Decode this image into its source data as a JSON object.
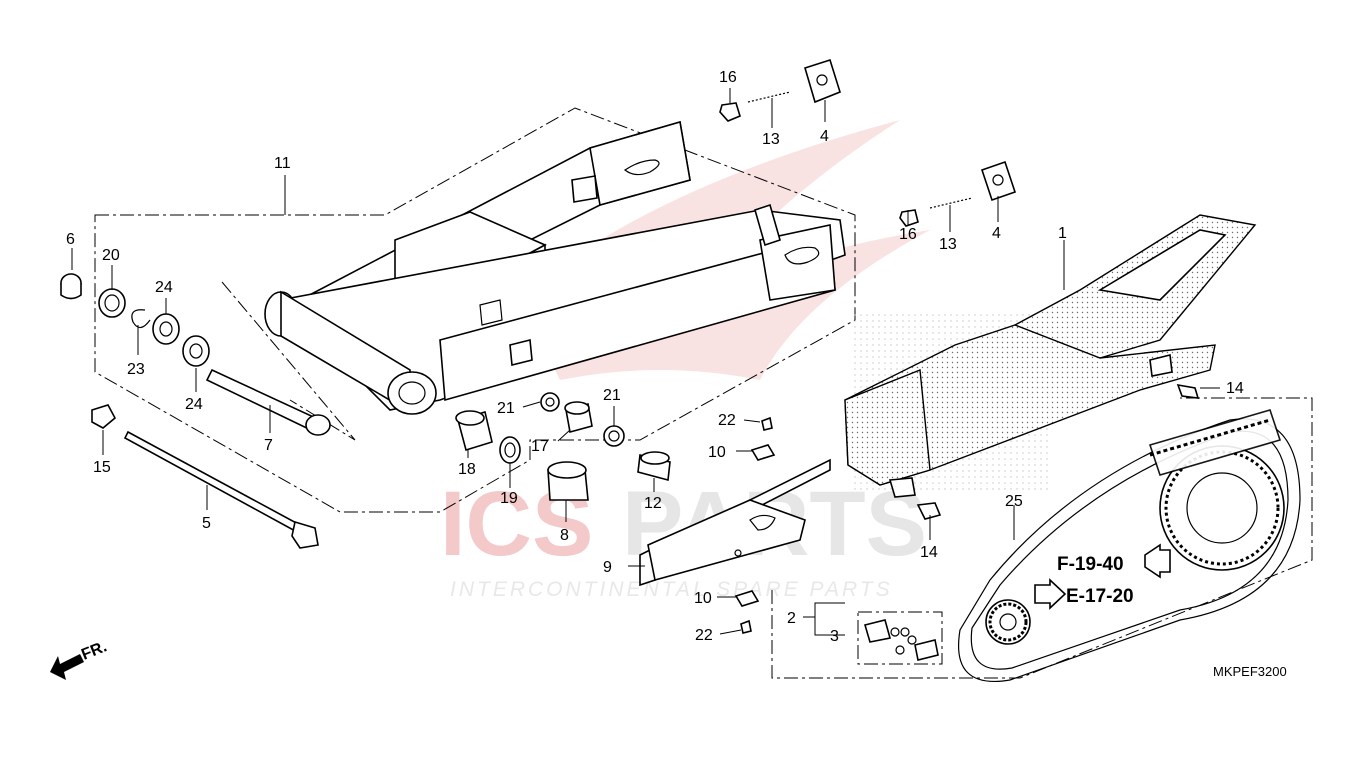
{
  "diagram": {
    "catalog_code": "MKPEF3200",
    "direction_label": "FR.",
    "watermark": {
      "brand_left": "ICS",
      "brand_right": "PARTS",
      "tagline": "INTERCONTINENTAL SPARE PARTS"
    },
    "references": {
      "f": "F-19-40",
      "e": "E-17-20"
    },
    "callouts": {
      "c1": "1",
      "c2": "2",
      "c3": "3",
      "c4a": "4",
      "c4b": "4",
      "c5": "5",
      "c6": "6",
      "c7": "7",
      "c8": "8",
      "c9": "9",
      "c10a": "10",
      "c10b": "10",
      "c11": "11",
      "c12": "12",
      "c13a": "13",
      "c13b": "13",
      "c14a": "14",
      "c14b": "14",
      "c15": "15",
      "c16a": "16",
      "c16b": "16",
      "c17": "17",
      "c18": "18",
      "c19": "19",
      "c20": "20",
      "c21a": "21",
      "c21b": "21",
      "c22a": "22",
      "c22b": "22",
      "c23": "23",
      "c24a": "24",
      "c24b": "24",
      "c25": "25"
    },
    "colors": {
      "watermark_red": "#f3c9c9",
      "watermark_gray": "#e6e6e6",
      "line": "#000000"
    }
  }
}
